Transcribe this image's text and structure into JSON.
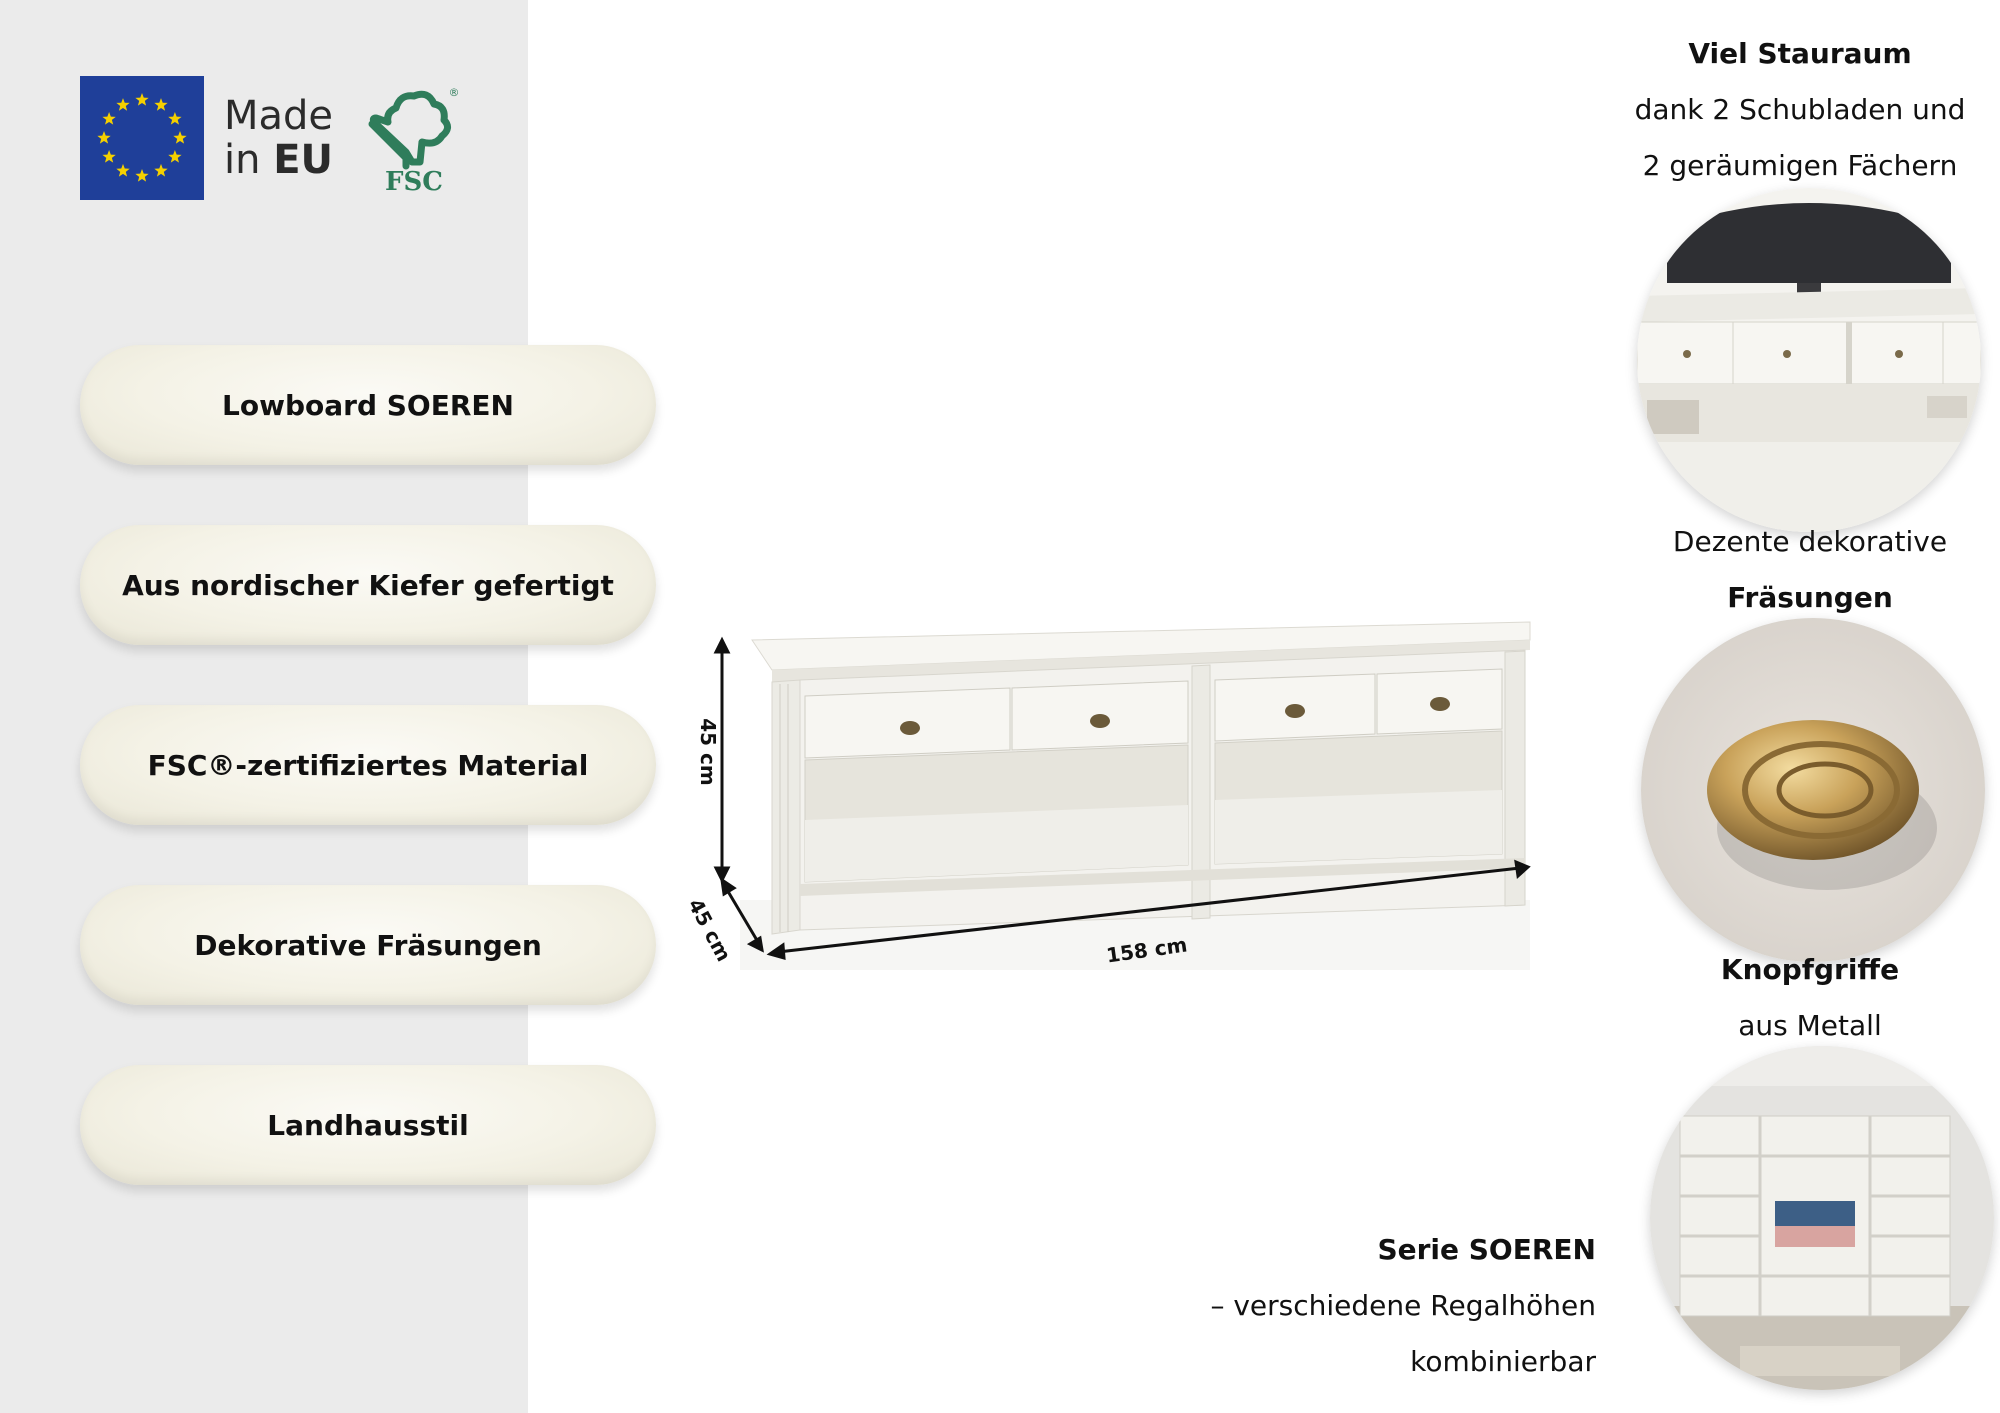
{
  "logos": {
    "made_line1": "Made",
    "made_line2_prefix": "in ",
    "made_line2_bold": "EU",
    "fsc_label": "FSC",
    "registered_mark": "®",
    "eu_flag_icon": "eu-flag-icon",
    "fsc_tree_icon": "fsc-tree-icon"
  },
  "features": [
    {
      "label": "Lowboard SOEREN"
    },
    {
      "label": "Aus nordischer Kiefer gefertigt"
    },
    {
      "label": "FSC®-zertifiziertes Material"
    },
    {
      "label": "Dekorative Fräsungen"
    },
    {
      "label": "Landhausstil"
    }
  ],
  "dimensions": {
    "height": "45 cm",
    "depth": "45 cm",
    "width": "158 cm"
  },
  "right_info": {
    "storage_title": "Viel Stauraum",
    "storage_line1": "dank 2 Schubladen und",
    "storage_line2": "2 geräumigen Fächern",
    "decor_line1": "Dezente dekorative",
    "decor_title": "Fräsungen",
    "knob_title": "Knopfgriffe",
    "knob_line1": "aus Metall",
    "series_title": "Serie SOEREN",
    "series_line1": "– verschiedene Regalhöhen",
    "series_line2": "kombinierbar"
  },
  "colors": {
    "eu_blue": "#1f3f99",
    "eu_star": "#f5d000",
    "fsc_green": "#2f7d5b",
    "panel_gray": "#ebebeb",
    "furniture_white": "#f3f2ee",
    "brass": "#b08d4a"
  }
}
